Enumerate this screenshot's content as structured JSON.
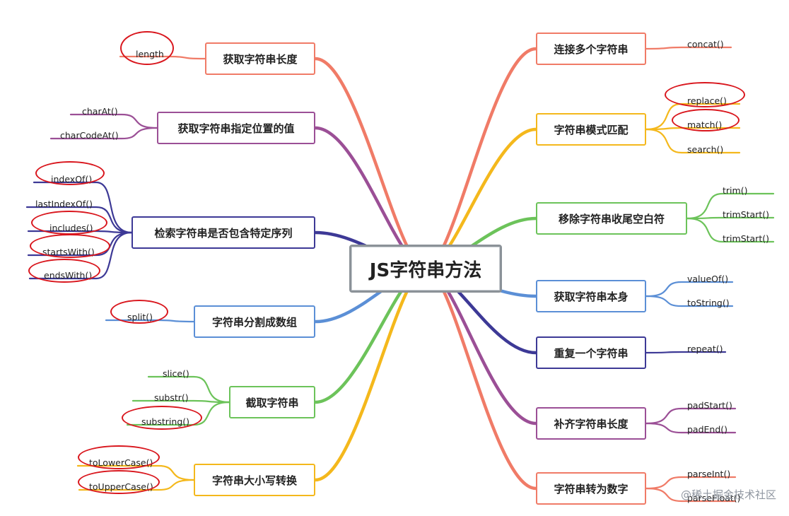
{
  "title": "JS字符串方法",
  "watermark": "@稀土掘金技术社区",
  "branches": [
    {
      "id": "length",
      "label": "获取字符串长度",
      "color": "#f07b67",
      "leaves": [
        "length"
      ]
    },
    {
      "id": "charat",
      "label": "获取字符串指定位置的值",
      "color": "#9b4f96",
      "leaves": [
        "charAt()",
        "charCodeAt()"
      ]
    },
    {
      "id": "search",
      "label": "检索字符串是否包含特定序列",
      "color": "#3d3996",
      "leaves": [
        "indexOf()",
        "lastIndexOf()",
        "includes()",
        "startsWith()",
        "endsWith()"
      ]
    },
    {
      "id": "split",
      "label": "字符串分割成数组",
      "color": "#5b8fd6",
      "leaves": [
        "split()"
      ]
    },
    {
      "id": "substr",
      "label": "截取字符串",
      "color": "#6cc35a",
      "leaves": [
        "slice()",
        "substr()",
        "substring()"
      ]
    },
    {
      "id": "case",
      "label": "字符串大小写转换",
      "color": "#f4b81c",
      "leaves": [
        "toLowerCase()",
        "toUpperCase()"
      ]
    },
    {
      "id": "concat",
      "label": "连接多个字符串",
      "color": "#f07b67",
      "leaves": [
        "concat()"
      ]
    },
    {
      "id": "pattern",
      "label": "字符串模式匹配",
      "color": "#f4b81c",
      "leaves": [
        "replace()",
        "match()",
        "search()"
      ]
    },
    {
      "id": "trim",
      "label": "移除字符串收尾空白符",
      "color": "#6cc35a",
      "leaves": [
        "trim()",
        "trimStart()",
        "trimStart()"
      ]
    },
    {
      "id": "self",
      "label": "获取字符串本身",
      "color": "#5b8fd6",
      "leaves": [
        "valueOf()",
        "toString()"
      ]
    },
    {
      "id": "repeat",
      "label": "重复一个字符串",
      "color": "#3d3996",
      "leaves": [
        "repeat()"
      ]
    },
    {
      "id": "pad",
      "label": "补齐字符串长度",
      "color": "#9b4f96",
      "leaves": [
        "padStart()",
        "padEnd()"
      ]
    },
    {
      "id": "number",
      "label": "字符串转为数字",
      "color": "#f07b67",
      "leaves": [
        "parseInt()",
        "parseFloat()"
      ]
    }
  ]
}
